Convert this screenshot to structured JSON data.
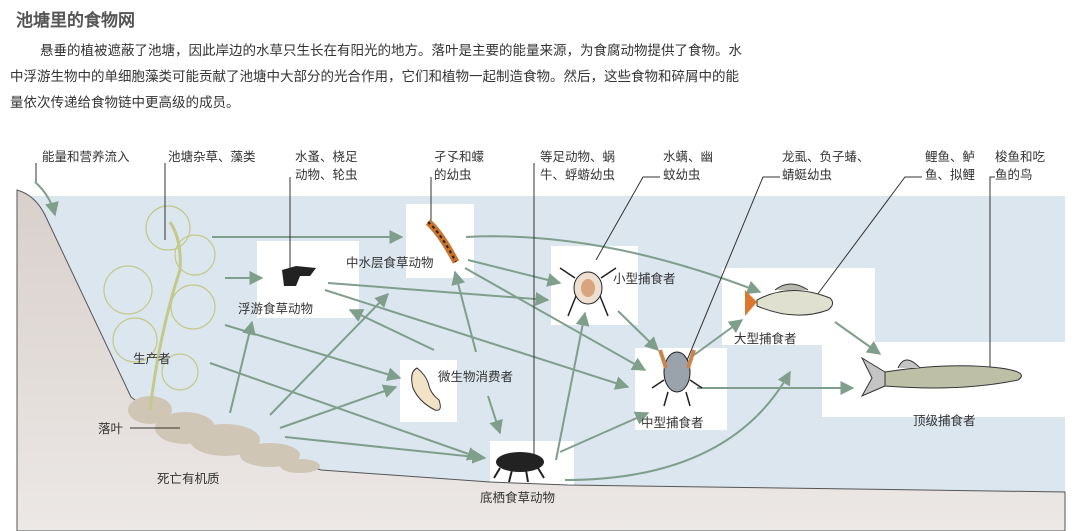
{
  "title": "池塘里的食物网",
  "paragraph": "悬垂的植被遮蔽了池塘，因此岸边的水草只生长在有阳光的地方。落叶是主要的能量来源，为食腐动物提供了食物。水中浮游生物中的单细胞藻类可能贡献了池塘中大部分的光合作用，它们和植物一起制造食物。然后，这些食物和碎屑中的能量依次传递给食物链中更高级的成员。",
  "callouts": {
    "energy_in": "能量和营养流入",
    "weeds": "池塘杂草、藻类",
    "daphnia_1": "水蚤、桡足",
    "daphnia_2": "动物、轮虫",
    "larvae_1": "孑孓和蠓",
    "larvae_2": "的幼虫",
    "isopods_1": "等足动物、蜗",
    "isopods_2": "牛、蜉蝣幼虫",
    "mites_1": "水螨、幽",
    "mites_2": "蚊幼虫",
    "beetles_1": "龙虱、负子蝽、",
    "beetles_2": "蜻蜓幼虫",
    "carp_1": "鲤鱼、鲈",
    "carp_2": "鱼、拟鲤",
    "pike_1": "梭鱼和吃",
    "pike_2": "鱼的鸟"
  },
  "nodes": {
    "producers": "生产者",
    "leaf_litter": "落叶",
    "dead_matter": "死亡有机质",
    "plankton_herbivores": "浮游食草动物",
    "midwater_herbivores": "中水层食草动物",
    "microbial_consumers": "微生物消费者",
    "benthic_herbivores": "底栖食草动物",
    "small_predators": "小型捕食者",
    "medium_predators": "中型捕食者",
    "large_predators": "大型捕食者",
    "top_predators": "顶级捕食者"
  },
  "colors": {
    "water": "#dce6ef",
    "bank": "#e4ddd8",
    "arrow": "#7f9e8c",
    "plant": "#c3c98a"
  }
}
